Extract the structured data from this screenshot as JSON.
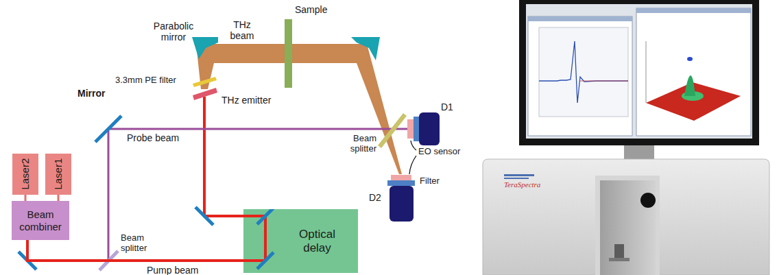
{
  "diagram": {
    "nodes": [
      {
        "text": [
          "Laser2"
        ]
      },
      {
        "text": [
          "Laser1"
        ]
      },
      {
        "text": [
          "Beam combiner"
        ]
      },
      {
        "text": [
          "Optical delay"
        ]
      }
    ],
    "edges": [
      {
        "from": 0,
        "to": 2,
        "arrow": "none"
      },
      {
        "from": 1,
        "to": 2,
        "arrow": "none"
      },
      {
        "from": 2,
        "to": 3,
        "arrow": "none"
      }
    ],
    "labels": [
      "Parabolic mirror",
      "THz beam",
      "Sample",
      "3.3mm PE filter",
      "THz emitter",
      "Mirror",
      "Probe beam",
      "Beam splitter",
      "D1",
      "EO sensor",
      "Filter",
      "D2",
      "Beam splitter",
      "Pump beam",
      "TeraSpectra"
    ]
  }
}
